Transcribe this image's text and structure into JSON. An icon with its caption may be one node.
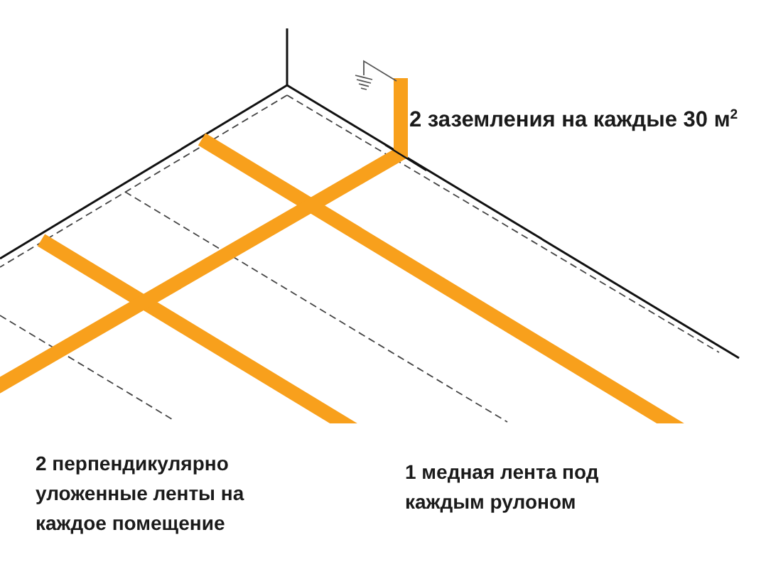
{
  "diagram": {
    "labels": [
      "2 заземления на каждые 30 м$^{2}$",
      "2 перпендикулярно уложенные ленты на каждое помещение",
      "1 медная лента под каждым рулоном"
    ]
  }
}
